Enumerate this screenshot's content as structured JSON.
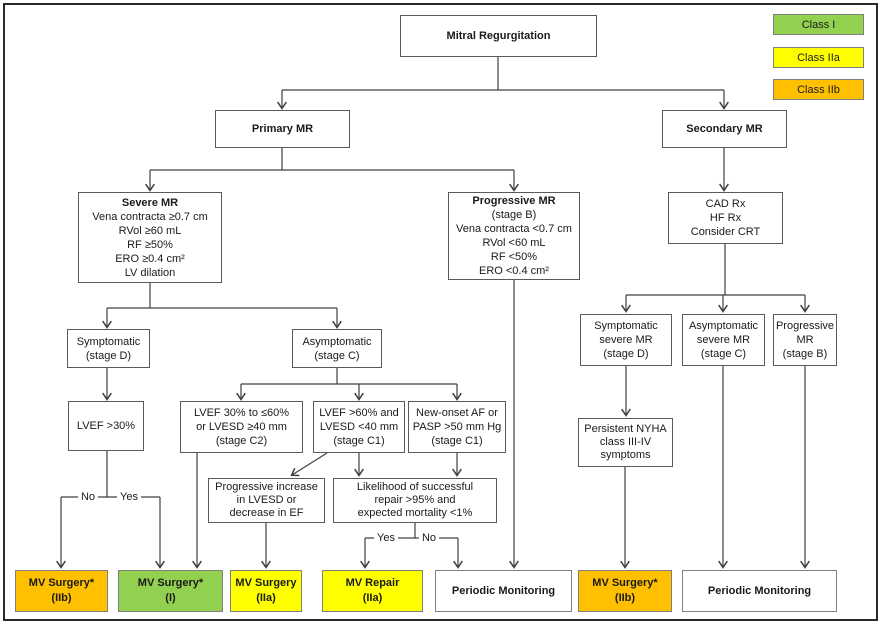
{
  "legend": {
    "items": [
      {
        "label": "Class I",
        "color": "#92D050"
      },
      {
        "label": "Class IIa",
        "color": "#FFFF00"
      },
      {
        "label": "Class IIb",
        "color": "#FFC000"
      }
    ]
  },
  "colors": {
    "class_i_green": "#92D050",
    "class_iia_yellow": "#FFFF00",
    "class_iib_orange": "#FFC000",
    "line": "#404040"
  },
  "nodes": {
    "root": {
      "label": "Mitral Regurgitation"
    },
    "primary": {
      "label": "Primary MR"
    },
    "secondary": {
      "label": "Secondary MR"
    },
    "severe_mr": {
      "title": "Severe MR",
      "body": "Vena contracta ≥0.7 cm\nRVol ≥60 mL\nRF ≥50%\nERO ≥0.4 cm²\nLV dilation"
    },
    "progressive_mr": {
      "title": "Progressive MR",
      "body": "(stage B)\nVena contracta <0.7 cm\nRVol <60 mL\nRF <50%\nERO <0.4 cm²"
    },
    "cad_rx": {
      "body": "CAD Rx\nHF Rx\nConsider CRT"
    },
    "symptomatic_d": {
      "body": "Symptomatic\n(stage D)"
    },
    "asymptomatic_c": {
      "body": "Asymptomatic\n(stage C)"
    },
    "lvef_30": {
      "body": "LVEF >30%"
    },
    "stage_c2": {
      "body": "LVEF 30% to ≤60%\nor LVESD ≥40 mm\n(stage C2)"
    },
    "stage_c1_lvef": {
      "body": "LVEF >60% and\nLVESD <40 mm\n(stage C1)"
    },
    "stage_c1_af": {
      "body": "New-onset AF or\nPASP >50 mm Hg\n(stage C1)"
    },
    "progressive_increase": {
      "body": "Progressive increase\nin LVESD or\ndecrease in EF"
    },
    "likelihood": {
      "body": "Likelihood of successful\nrepair >95% and\nexpected mortality <1%"
    },
    "symptomatic_severe": {
      "body": "Symptomatic\nsevere MR\n(stage D)"
    },
    "asymptomatic_severe": {
      "body": "Asymptomatic\nsevere MR\n(stage C)"
    },
    "progressive_mr_b": {
      "body": "Progressive\nMR\n(stage B)"
    },
    "nyha": {
      "body": "Persistent NYHA\nclass III-IV\nsymptoms"
    },
    "mv_surgery_iib_left": {
      "body": "MV Surgery*\n(IIb)"
    },
    "mv_surgery_i": {
      "body": "MV Surgery*\n(I)"
    },
    "mv_surgery_iia": {
      "body": "MV Surgery\n(IIa)"
    },
    "mv_repair_iia": {
      "body": "MV Repair\n(IIa)"
    },
    "periodic_monitoring_left": {
      "label": "Periodic Monitoring"
    },
    "mv_surgery_iib_right": {
      "body": "MV Surgery*\n(IIb)"
    },
    "periodic_monitoring_right": {
      "label": "Periodic Monitoring"
    }
  },
  "edge_labels": {
    "lvef_no": "No",
    "lvef_yes": "Yes",
    "repair_yes": "Yes",
    "repair_no": "No"
  }
}
